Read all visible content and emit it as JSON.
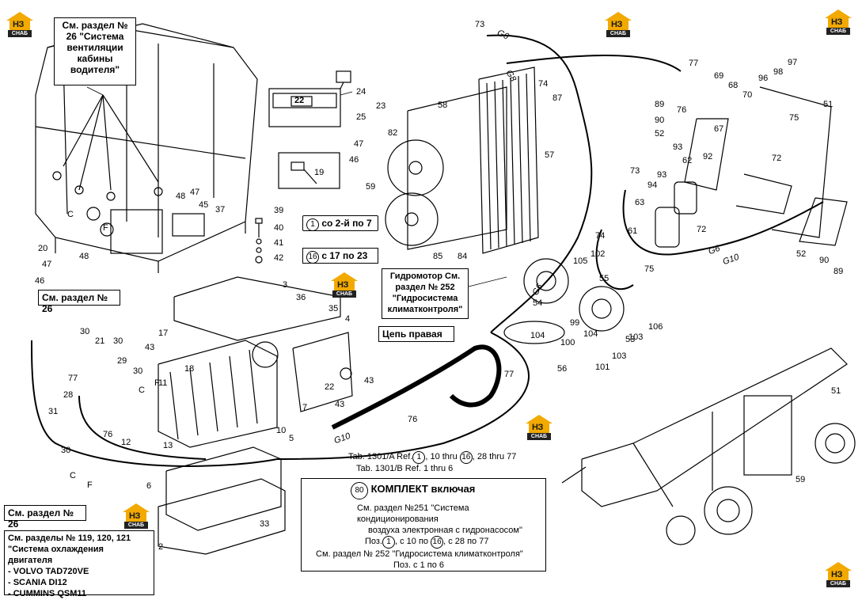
{
  "logo": {
    "letters": "НЗ",
    "subtitle": "СНАБ"
  },
  "callouts": {
    "ventilation": "См. раздел № 26 \"Система вентиляции кабины водителя\"",
    "section26_a": "См. раздел № 26",
    "section26_b": "См. раздел № 26",
    "pos_range_a": "со 2-й по 7",
    "pos_range_b": "с 17 по 23",
    "hydromotor": "Гидромотор См. раздел № 252 \"Гидросистема климатконтроля\"",
    "chain_right": "Цепь правая",
    "engine_cooling": {
      "title": "См. разделы № 119, 120, 121 \"Система охлаждения двигателя",
      "items": [
        "- VOLVO TAD720VE",
        "- SCANIA DI12",
        "- CUMMINS QSM11"
      ]
    }
  },
  "tab_note": {
    "line1_a": "Tab. 1301/A Ref.",
    "line1_c1": "1",
    "line1_b": ", 10 thru",
    "line1_c2": "16",
    "line1_d": ", 28 thru 77",
    "line2": "Tab. 1301/B Ref. 1 thru 6"
  },
  "kit": {
    "number": "80",
    "title": "КОМПЛЕКТ  включая",
    "line1": "См. раздел №251 \"Система кондиционирования",
    "line2": "воздуха электронная с гидронасосом\"",
    "line3_a": "Поз.",
    "line3_c1": "1",
    "line3_b": ", с 10 по",
    "line3_c2": "16",
    "line3_c": ", с 28 по 77",
    "line4": "См. раздел № 252 \"Гидросистема климатконтроля\"",
    "line5": "Поз. с 1 по 6"
  },
  "panel_display": "22",
  "hose_labels": {
    "g6_a": "G6",
    "g8": "G8",
    "g6_b": "G6",
    "g10_a": "G10",
    "g6_c": "G6",
    "g10_b": "G10"
  },
  "letters": {
    "c1": "C",
    "f1": "F",
    "c2": "C",
    "f2": "F",
    "c3": "C",
    "f3": "F"
  },
  "part_numbers": [
    "73",
    "74",
    "87",
    "58",
    "57",
    "82",
    "47",
    "46",
    "59",
    "85",
    "84",
    "77",
    "69",
    "68",
    "70",
    "96",
    "98",
    "97",
    "89",
    "76",
    "67",
    "51",
    "90",
    "52",
    "93",
    "62",
    "75",
    "72",
    "73",
    "94",
    "93",
    "63",
    "61",
    "72",
    "92",
    "74",
    "102",
    "105",
    "55",
    "75",
    "54",
    "53",
    "104",
    "99",
    "100",
    "104",
    "103",
    "106",
    "101",
    "103",
    "56",
    "52",
    "90",
    "89",
    "24",
    "23",
    "25",
    "19",
    "48",
    "47",
    "45",
    "37",
    "39",
    "40",
    "41",
    "42",
    "20",
    "47",
    "48",
    "46",
    "3",
    "36",
    "35",
    "4",
    "17",
    "43",
    "18",
    "30",
    "21",
    "30",
    "29",
    "30",
    "77",
    "28",
    "11",
    "31",
    "76",
    "12",
    "13",
    "22",
    "43",
    "7",
    "43",
    "10",
    "5",
    "76",
    "77",
    "6",
    "2",
    "33",
    "30",
    "51",
    "59"
  ]
}
